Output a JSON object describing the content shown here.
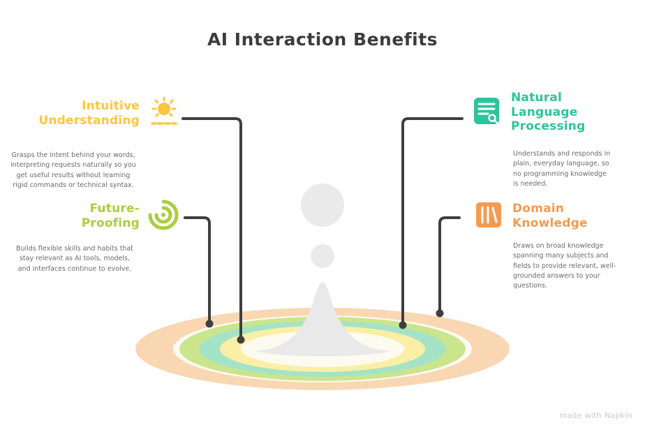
{
  "title": "AI Interaction Benefits",
  "sections": {
    "intuitive": {
      "heading": "Intuitive\nUnderstanding",
      "color": "#FFC53D",
      "icon": "sun-icon",
      "description": "Grasps the intent behind your words, interpreting requests naturally so you get useful results without learning rigid commands or technical syntax."
    },
    "future": {
      "heading": "Future-\nProofing",
      "color": "#A9CF3E",
      "icon": "shell-icon",
      "description": "Builds flexible skills and habits that stay relevant as AI tools, models, and interfaces continue to evolve."
    },
    "nlp": {
      "heading": "Natural\nLanguage\nProcessing",
      "color": "#2EC39C",
      "icon": "nlp-chat-icon",
      "description": "Understands and responds in plain, everyday language, so no programming knowledge is needed."
    },
    "domain": {
      "heading": "Domain\nKnowledge",
      "color": "#F59B51",
      "icon": "books-icon",
      "description": "Draws on broad knowledge spanning many subjects and fields to provide relevant, well-grounded answers to your questions."
    }
  },
  "illustration": {
    "ripple_colors": [
      "#F9D7B3",
      "#FDFAF2",
      "#CBE58C",
      "#A5E3C6",
      "#FBEFA6",
      "#FDFBEF"
    ],
    "splash_color": "#E9E9E9",
    "connector_color": "#3F3F3F"
  },
  "watermark": "made with Napkin"
}
